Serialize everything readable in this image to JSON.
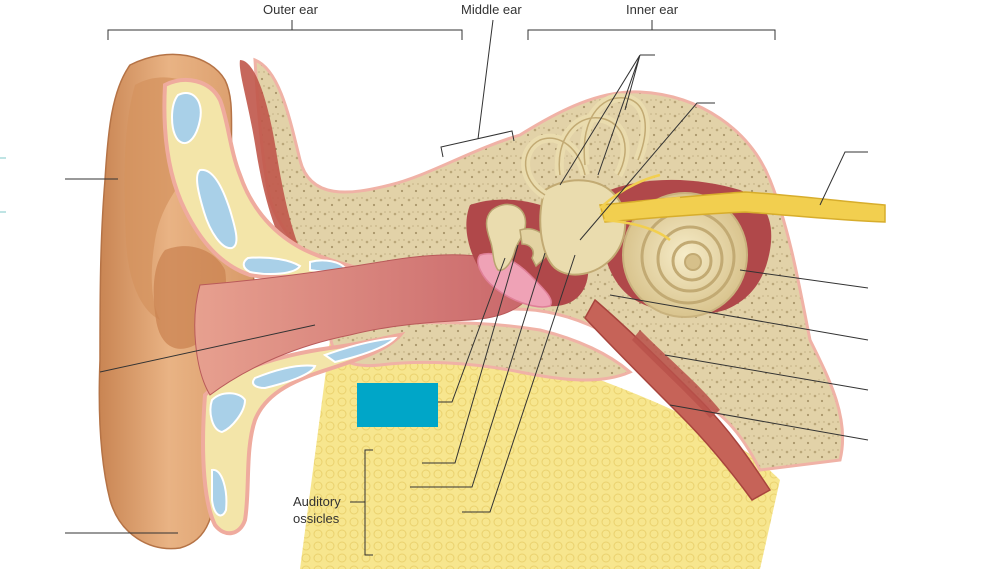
{
  "regions": {
    "outer_ear": "Outer ear",
    "middle_ear": "Middle ear",
    "inner_ear": "Inner ear"
  },
  "ossicles_label_line1": "Auditory",
  "ossicles_label_line2": "ossicles",
  "colors": {
    "skin": "#e5a977",
    "skin_dark": "#c98553",
    "canal_pink": "#d9857e",
    "bone": "#e2d2a8",
    "bone_speckle": "#b9a679",
    "cartilage_blue": "#a9d0e8",
    "fat_yellow": "#f6e27a",
    "nerve": "#f2cf4f",
    "muscle_red": "#c0574a",
    "cavity_red": "#b0484a",
    "cochlea_cream": "#efe1b3",
    "eardrum_pink": "#efa2b6",
    "answer_box": "#00a6c8",
    "leader_line": "#333333"
  }
}
